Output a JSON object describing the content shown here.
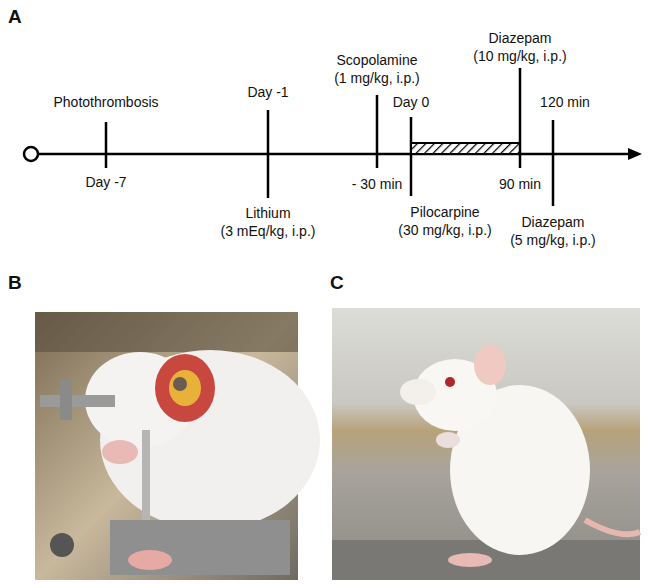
{
  "diagram": {
    "labels": [
      "A",
      "Photothrombosis",
      "Day -7",
      "Day -1",
      "Lithium",
      "(3 mEq/kg, i.p.)",
      "Scopolamine",
      "(1 mg/kg, i.p.)",
      "- 30 min",
      "Day 0",
      "Pilocarpine",
      "(30 mg/kg, i.p.)",
      "Diazepam",
      "(10 mg/kg, i.p.)",
      "90 min",
      "120 min",
      "Diazepam",
      "(5 mg/kg, i.p.)",
      "B",
      "C"
    ]
  }
}
